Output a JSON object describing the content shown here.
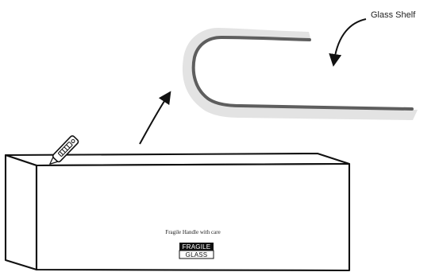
{
  "callout": {
    "label": "Glass Shelf"
  },
  "box": {
    "print_text": "Fragile Handle with care",
    "label_top": "FRAGILE",
    "label_bottom": "GLASS"
  },
  "colors": {
    "outline": "#111111",
    "shelf_fill": "#e3e3e3",
    "shelf_edge": "#5e5e5e",
    "arrow": "#111111"
  },
  "icons": {
    "cutter": "box-cutter-icon",
    "arrow_up": "curved-arrow-icon",
    "arrow_down": "curved-arrow-icon"
  }
}
